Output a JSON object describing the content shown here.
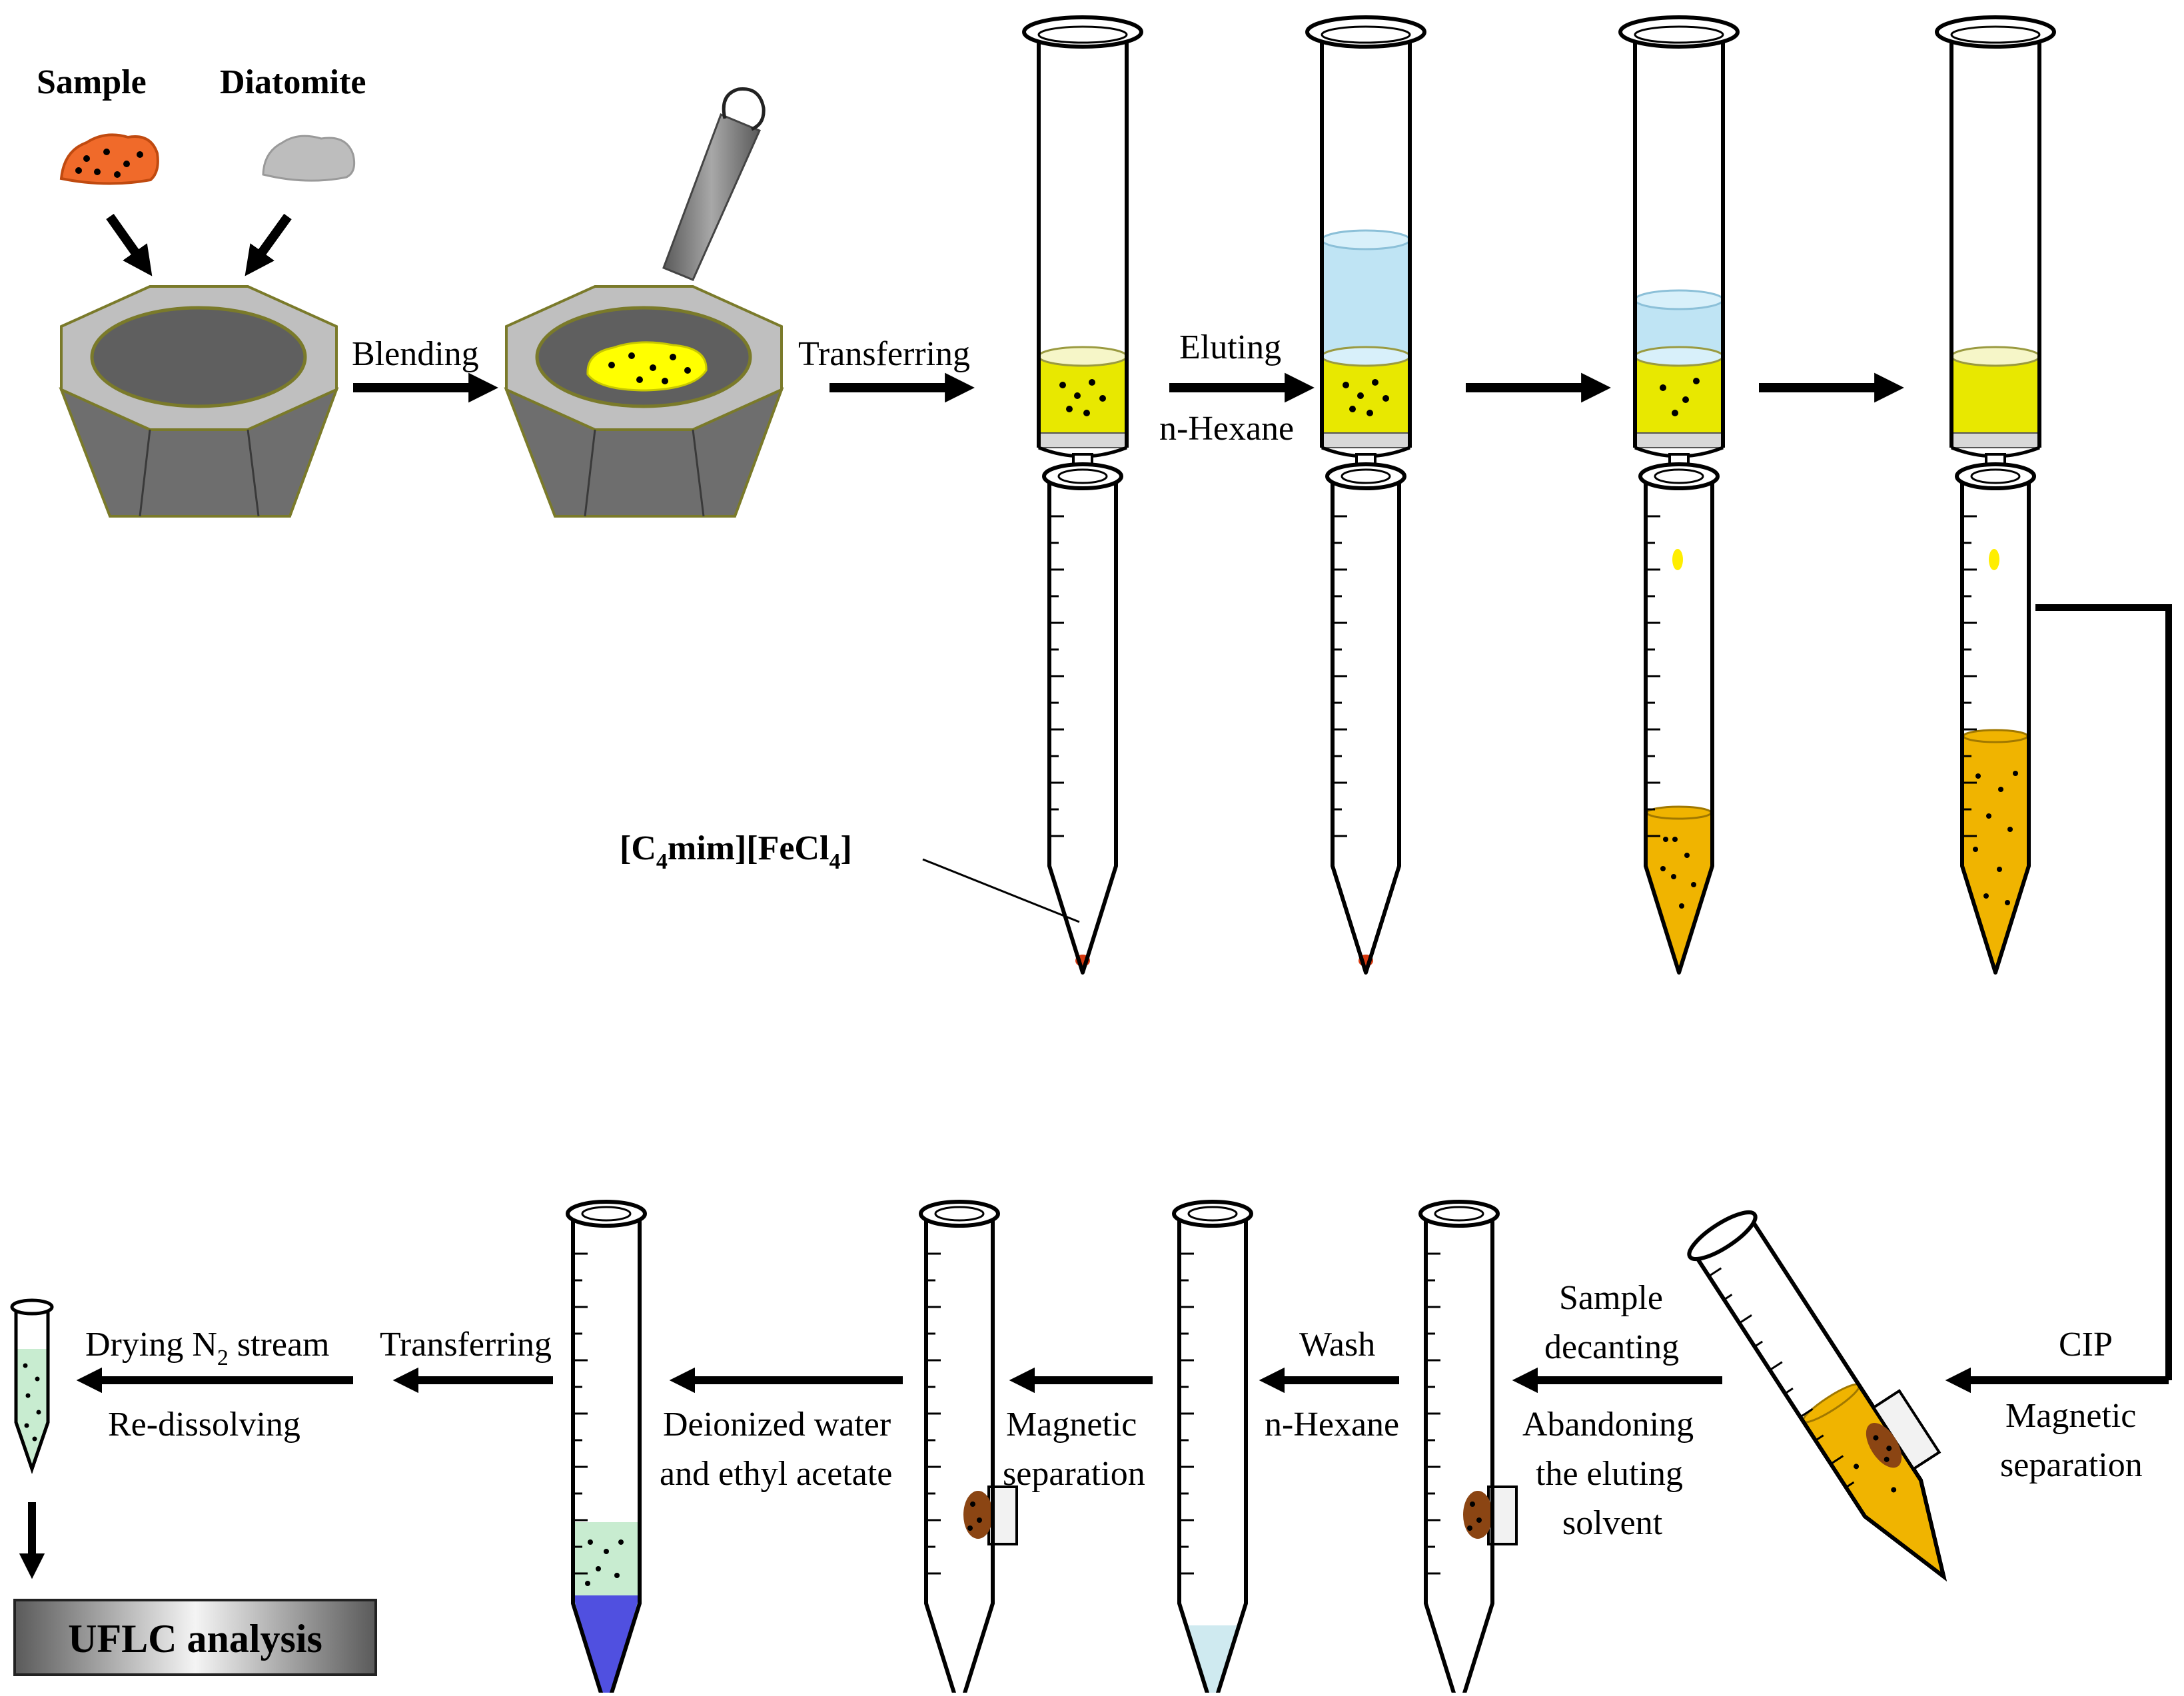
{
  "labels": {
    "sample": "Sample",
    "diatomite": "Diatomite",
    "blending": "Blending",
    "transferring_top": "Transferring",
    "eluting": "Eluting",
    "n_hexane_top": "n-Hexane",
    "ionic_liquid_parts": [
      "[C",
      "4",
      "mim][FeCl",
      "4",
      "]"
    ],
    "cip": "CIP",
    "magnetic_separation_right": [
      "Magnetic",
      "separation"
    ],
    "sample_decanting": [
      "Sample",
      "decanting"
    ],
    "abandoning": [
      "Abandoning",
      "the eluting",
      "solvent"
    ],
    "wash": "Wash",
    "n_hexane_bottom": "n-Hexane",
    "magnetic_separation_left": [
      "Magnetic",
      "separation"
    ],
    "deionized": [
      "Deionized water",
      "and ethyl acetate"
    ],
    "transferring_bottom": "Transferring",
    "drying_parts": [
      "Drying N",
      "2",
      " stream"
    ],
    "re_dissolving": "Re-dissolving",
    "ufLC_analysis": "UFLC analysis"
  },
  "colors": {
    "sample": "#f06a2a",
    "diatomite": "#bdbdbd",
    "mortar_outer": "#bfbfbf",
    "mortar_side": "#6e6e6e",
    "mortar_inner": "#5f5f5f",
    "mortar_edge": "#7a7a2a",
    "blend": "#ffff00",
    "column_packing": "#e8e800",
    "eluent": "#bfe4f4",
    "eluate": "#f0b400",
    "ionic_liquid": "#d83a10",
    "rinse_green": "#c8ecd0",
    "rinse_blue": "#5050e0",
    "ufLC_box": "#7a7a7a"
  }
}
